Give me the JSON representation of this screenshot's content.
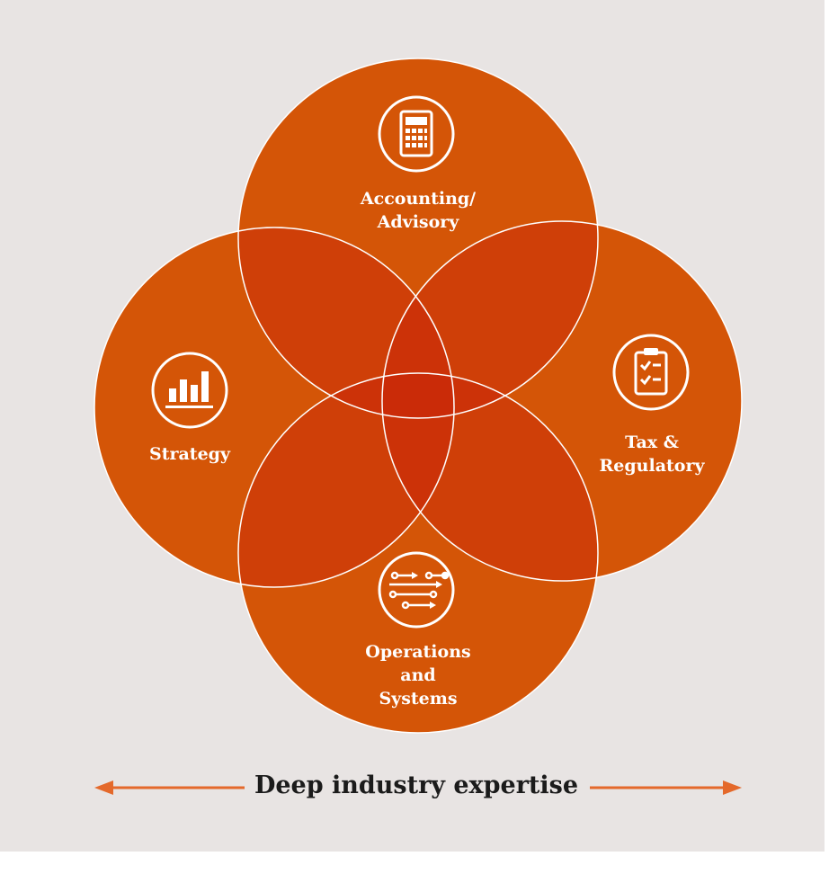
{
  "colors": {
    "background": "#e8e4e3",
    "circle_fill": "#dd7a06",
    "overlap_fill": "#d04400",
    "arrow": "#e4692b",
    "circle_stroke": "#ffffff"
  },
  "circles": [
    {
      "id": "accounting",
      "label_lines": [
        "Accounting/",
        "Advisory"
      ],
      "icon": "calculator-icon"
    },
    {
      "id": "strategy",
      "label_lines": [
        "Strategy"
      ],
      "icon": "bar-chart-icon"
    },
    {
      "id": "tax",
      "label_lines": [
        "Tax &",
        "Regulatory"
      ],
      "icon": "clipboard-checklist-icon"
    },
    {
      "id": "operations",
      "label_lines": [
        "Operations",
        "and",
        "Systems"
      ],
      "icon": "workflow-icon"
    }
  ],
  "footer": {
    "text": "Deep industry expertise",
    "left_arrow_icon": "arrow-left-icon",
    "right_arrow_icon": "arrow-right-icon"
  }
}
